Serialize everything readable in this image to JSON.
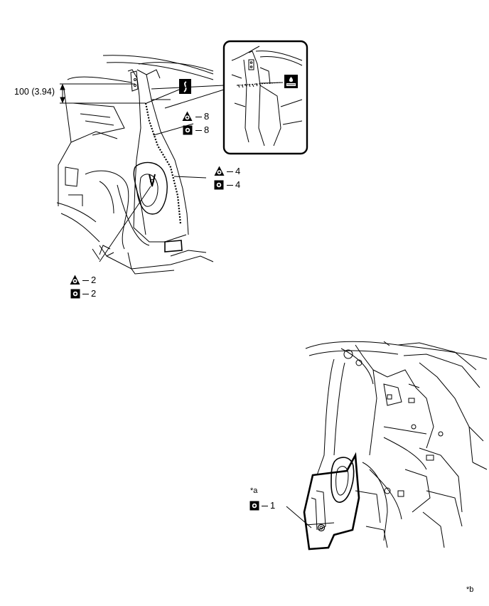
{
  "dimension": {
    "text": "100 (3.94)"
  },
  "callouts": {
    "upper_weld": {
      "tri_count": "8",
      "sq_count": "8"
    },
    "middle_weld": {
      "tri_count": "4",
      "sq_count": "4"
    },
    "lower_weld": {
      "tri_count": "2",
      "sq_count": "2"
    },
    "bottom_weld": {
      "sq_count": "1"
    }
  },
  "labels": {
    "a": "*a",
    "b": "*b"
  },
  "icons": {
    "cut": "saw-cut-icon",
    "weld": "mig-plug-weld-icon",
    "spot": "spot-weld-icon",
    "plug": "plug-weld-icon"
  }
}
